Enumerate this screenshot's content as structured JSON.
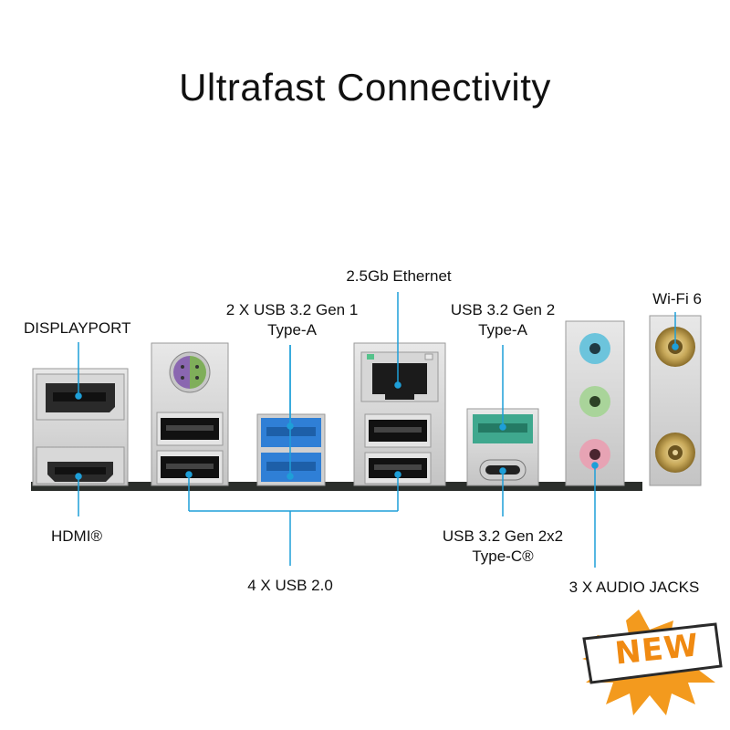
{
  "title": "Ultrafast Connectivity",
  "labels": {
    "displayport": "DISPLAYPORT",
    "hdmi": "HDMI®",
    "usb32_gen1": [
      "2 X USB 3.2 Gen 1",
      "Type-A"
    ],
    "ethernet": "2.5Gb Ethernet",
    "usb32_gen2": [
      "USB 3.2 Gen 2",
      "Type-A"
    ],
    "wifi": "Wi-Fi 6",
    "usb20": "4 X USB 2.0",
    "usb32_gen2x2": [
      "USB 3.2 Gen 2x2",
      "Type-C®"
    ],
    "audio": "3 X AUDIO JACKS"
  },
  "badge": {
    "text": "NEW"
  },
  "colors": {
    "callout_line": "#1e9fd8",
    "ps2_purple": "#8a67b0",
    "ps2_green": "#7fae5a",
    "usb3_blue": "#2f7fd6",
    "usb_gen2_teal": "#3fa88e",
    "audio_blue": "#6cc4dc",
    "audio_green": "#a9d49a",
    "audio_pink": "#e7a3b4",
    "badge_orange": "#f39a1e"
  }
}
